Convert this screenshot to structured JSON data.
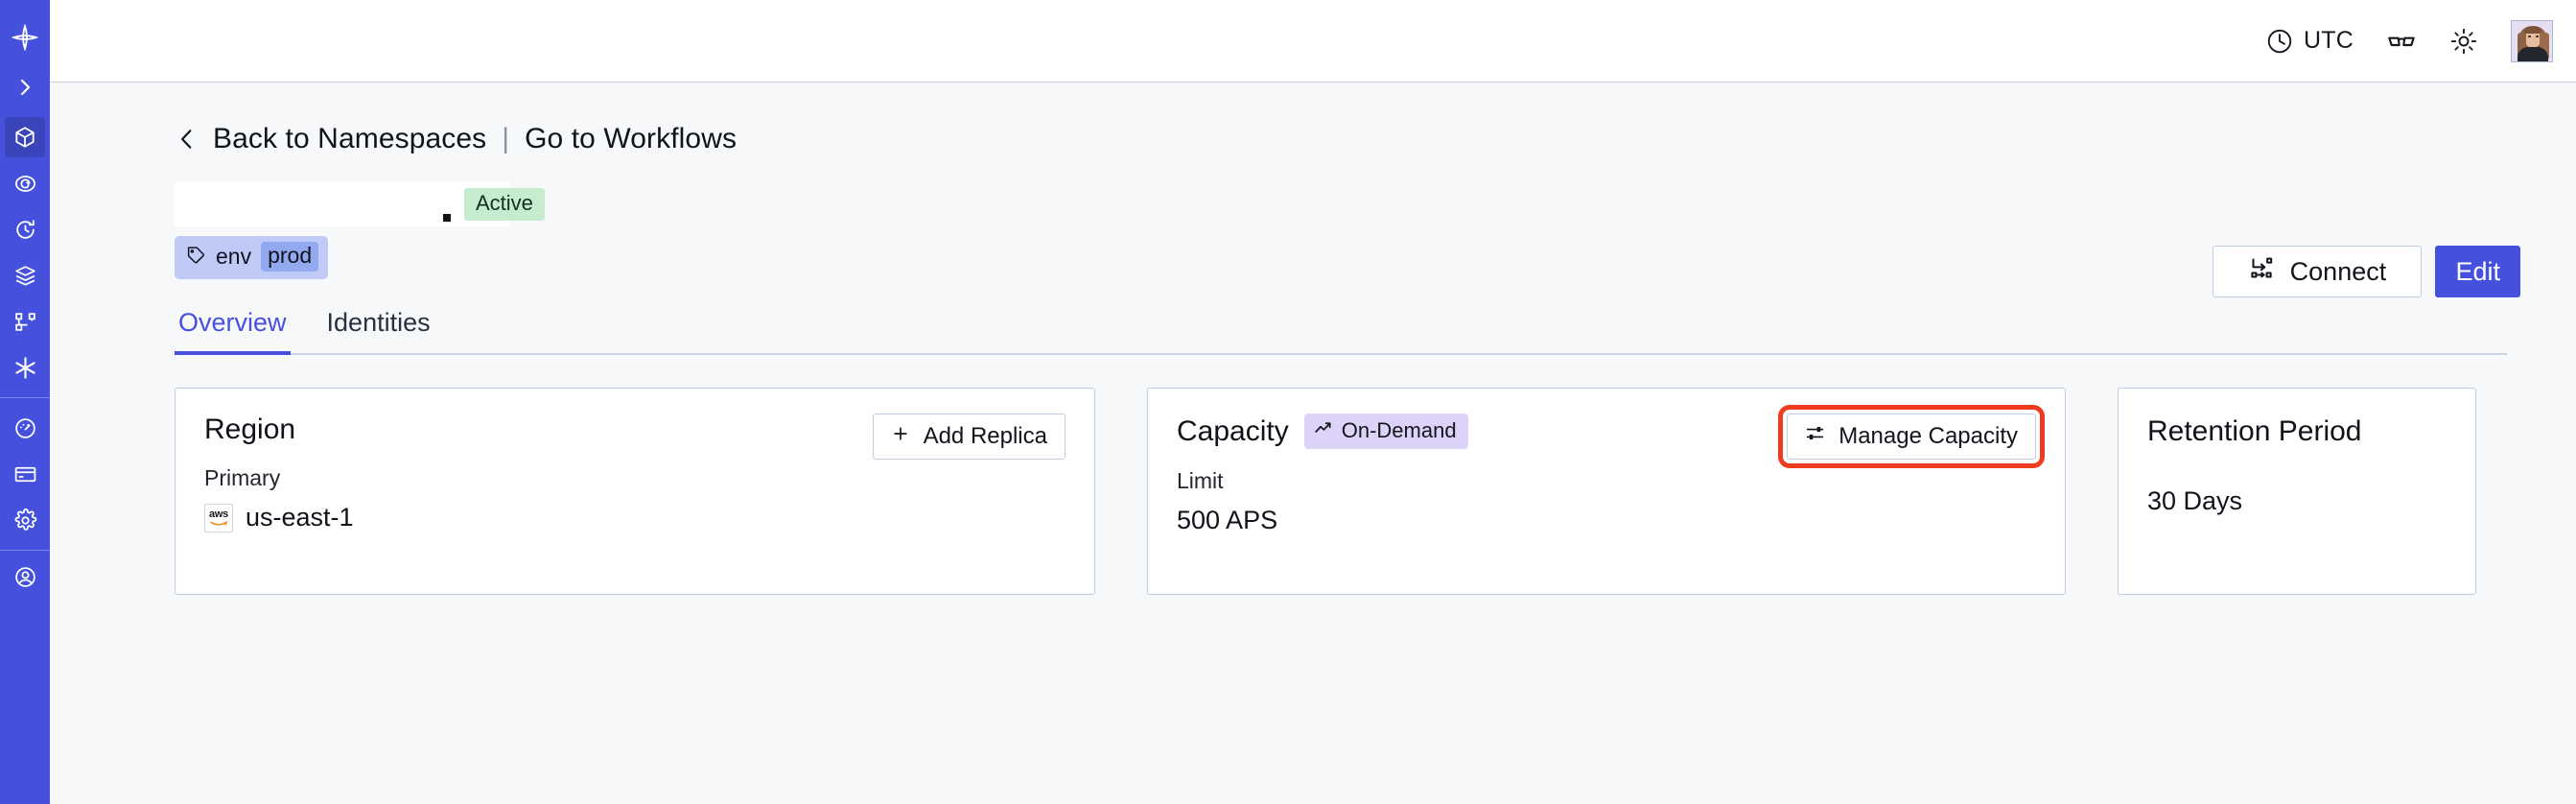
{
  "sidebar": {
    "items": [
      {
        "name": "logo",
        "icon": "temporal-logo-icon",
        "active": false
      },
      {
        "name": "expand",
        "icon": "chevron-right-icon",
        "active": false
      },
      {
        "name": "namespaces",
        "icon": "cube-icon",
        "active": true
      },
      {
        "name": "observability",
        "icon": "eye-spiral-icon",
        "active": false
      },
      {
        "name": "schedules",
        "icon": "clock-history-icon",
        "active": false
      },
      {
        "name": "batch-operations",
        "icon": "layers-icon",
        "active": false
      },
      {
        "name": "workflows",
        "icon": "sitemap-icon",
        "active": false
      },
      {
        "name": "nexus",
        "icon": "asterisk-icon",
        "active": false
      },
      {
        "name": "usage",
        "icon": "gauge-icon",
        "active": false
      },
      {
        "name": "billing",
        "icon": "credit-card-icon",
        "active": false
      },
      {
        "name": "settings",
        "icon": "gear-icon",
        "active": false
      },
      {
        "name": "account",
        "icon": "user-circle-icon",
        "active": false
      }
    ]
  },
  "topbar": {
    "timezone_label": "UTC",
    "timezone_icon": "clock-icon",
    "docs_icon": "glasses-icon",
    "theme_icon": "sun-icon",
    "avatar_name": "user-avatar"
  },
  "breadcrumb": {
    "back_chevron": "chevron-left-icon",
    "back_label": "Back to Namespaces",
    "separator": "|",
    "forward_label": "Go to Workflows"
  },
  "header": {
    "namespace_title": "",
    "status_badge": "Active",
    "tag": {
      "icon": "tag-icon",
      "key": "env",
      "value": "prod"
    },
    "connect_button": "Connect",
    "connect_icon": "connect-flow-icon",
    "edit_button": "Edit"
  },
  "tabs": [
    {
      "label": "Overview",
      "active": true
    },
    {
      "label": "Identities",
      "active": false
    }
  ],
  "cards": {
    "region": {
      "title": "Region",
      "button_label": "Add Replica",
      "button_icon": "plus-icon",
      "sub_label": "Primary",
      "provider_icon": "aws-icon",
      "provider_text": "aws",
      "value": "us-east-1"
    },
    "capacity": {
      "title": "Capacity",
      "badge_label": "On-Demand",
      "badge_icon": "trending-up-icon",
      "button_label": "Manage Capacity",
      "button_icon": "sliders-icon",
      "sub_label": "Limit",
      "value": "500 APS",
      "highlighted": true
    },
    "retention": {
      "title": "Retention Period",
      "value": "30 Days"
    }
  },
  "colors": {
    "brand_blue": "#4550dd",
    "sidebar_active": "#3a44bb",
    "page_bg": "#f7f8fa",
    "card_border": "#bccae2",
    "badge_active_bg": "#c6ecd0",
    "badge_ondemand_bg": "#ddd3f8",
    "tag_bg": "#bfcbf6",
    "tag_value_bg": "#93a9ef",
    "highlight_outline": "#ed3c1e"
  }
}
